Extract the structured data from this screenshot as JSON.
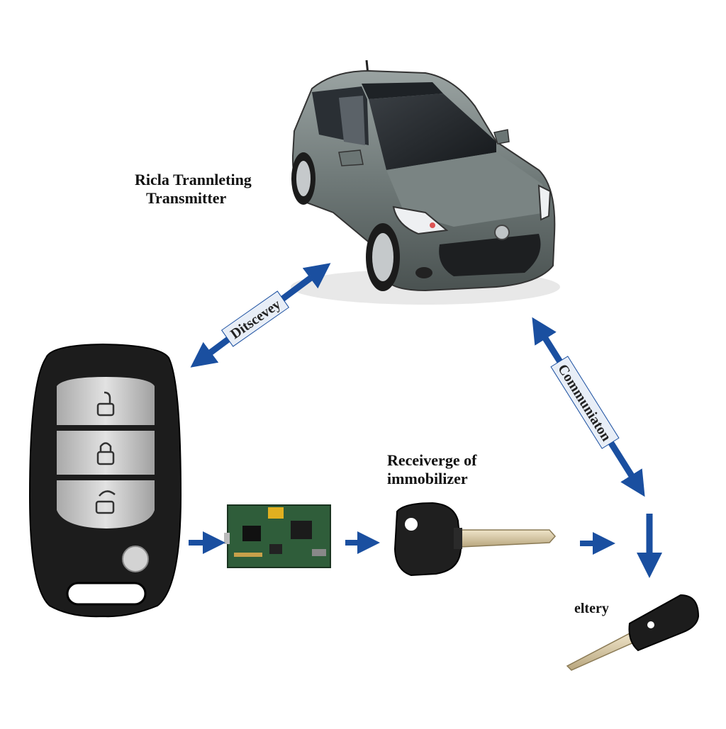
{
  "labels": {
    "transmitter_line1": "Ricla Trannleting",
    "transmitter_line2": "Transmitter",
    "receiver_line1": "Receiverge of",
    "receiver_line2": "immobilizer",
    "eltery": "eltery"
  },
  "arrows": {
    "discovery": "Ditscevey",
    "communication": "Communiaton"
  },
  "colors": {
    "arrow": "#1a4fa0",
    "arrow_label_bg": "#e8eef7",
    "car_body": "#6b7574",
    "fob_body": "#1c1c1c",
    "fob_buttons": "#c9c9c9",
    "pcb": "#2f5d3a",
    "key_blade": "#d8c9a8"
  },
  "icons": [
    "car-icon",
    "key-fob-icon",
    "unlock-icon",
    "lock-icon",
    "trunk-icon",
    "circuit-board-icon",
    "transponder-key-icon",
    "small-key-icon"
  ]
}
